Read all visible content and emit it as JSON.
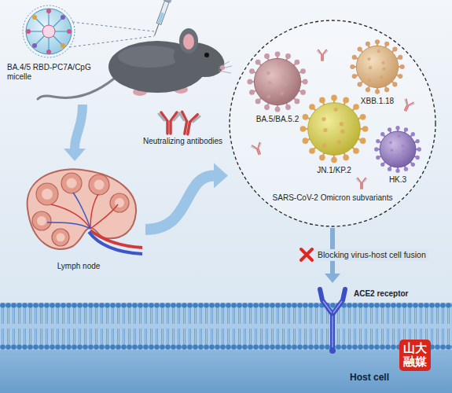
{
  "diagram": {
    "nodes": [
      {
        "text": [
          "BA.4/5 RBD-PC7A/CpG micelle"
        ]
      },
      {
        "text": [
          "Lymph node"
        ]
      },
      {
        "text": [
          "SARS-CoV-2 Omicron subvariants"
        ]
      },
      {
        "text": [
          "BA.5/BA.5.2"
        ],
        "in": 2
      },
      {
        "text": [
          "XBB.1.18"
        ],
        "in": 2
      },
      {
        "text": [
          "JN.1/KP.2"
        ],
        "in": 2
      },
      {
        "text": [
          "HK.3"
        ],
        "in": 2
      },
      {
        "text": [
          "Host cell"
        ]
      },
      {
        "text": [
          "ACE2 receptor"
        ],
        "in": 7
      }
    ],
    "edges": [
      {
        "from": 0,
        "to": 1,
        "arrow": "to"
      },
      {
        "from": 1,
        "to": 2,
        "arrow": "to"
      },
      {
        "from": 2,
        "to": 8,
        "arrow": "to",
        "label": "Blocking virus-host cell fusion"
      }
    ],
    "labels": [
      "Neutralizing antibodies",
      "山大融媒"
    ]
  }
}
